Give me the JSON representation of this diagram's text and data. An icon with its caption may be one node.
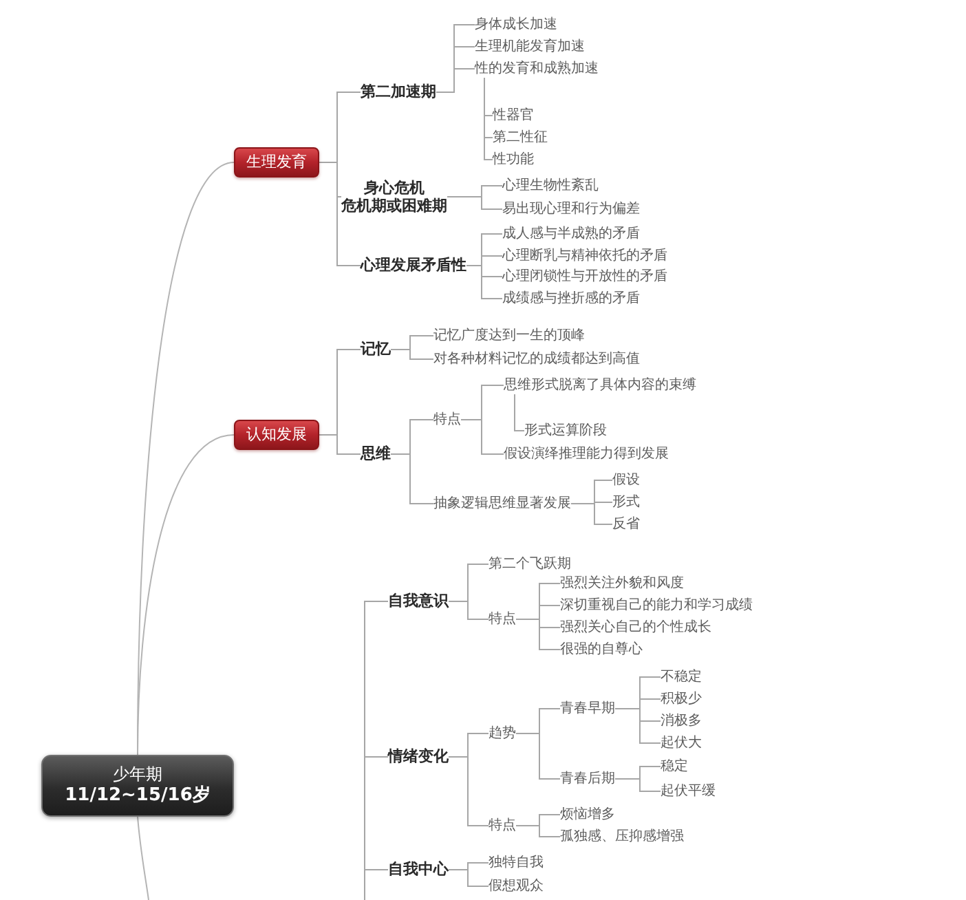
{
  "diagram": {
    "nodes": [
      {
        "text": [
          "少年期",
          "11/12~15/16岁"
        ]
      },
      {
        "text": [
          "生理发育"
        ]
      },
      {
        "text": [
          "第二加速期"
        ]
      },
      {
        "text": [
          "身体成长加速"
        ]
      },
      {
        "text": [
          "生理机能发育加速"
        ]
      },
      {
        "text": [
          "性的发育和成熟加速"
        ]
      },
      {
        "text": [
          "性器官"
        ]
      },
      {
        "text": [
          "第二性征"
        ]
      },
      {
        "text": [
          "性功能"
        ]
      },
      {
        "text": [
          "身心危机",
          "危机期或困难期"
        ]
      },
      {
        "text": [
          "心理生物性紊乱"
        ]
      },
      {
        "text": [
          "易出现心理和行为偏差"
        ]
      },
      {
        "text": [
          "心理发展矛盾性"
        ]
      },
      {
        "text": [
          "成人感与半成熟的矛盾"
        ]
      },
      {
        "text": [
          "心理断乳与精神依托的矛盾"
        ]
      },
      {
        "text": [
          "心理闭锁性与开放性的矛盾"
        ]
      },
      {
        "text": [
          "成绩感与挫折感的矛盾"
        ]
      },
      {
        "text": [
          "认知发展"
        ]
      },
      {
        "text": [
          "记忆"
        ]
      },
      {
        "text": [
          "记忆广度达到一生的顶峰"
        ]
      },
      {
        "text": [
          "对各种材料记忆的成绩都达到高值"
        ]
      },
      {
        "text": [
          "思维"
        ]
      },
      {
        "text": [
          "特点"
        ]
      },
      {
        "text": [
          "思维形式脱离了具体内容的束缚"
        ]
      },
      {
        "text": [
          "形式运算阶段"
        ]
      },
      {
        "text": [
          "假设演绎推理能力得到发展"
        ]
      },
      {
        "text": [
          "抽象逻辑思维显著发展"
        ]
      },
      {
        "text": [
          "假设"
        ]
      },
      {
        "text": [
          "形式"
        ]
      },
      {
        "text": [
          "反省"
        ]
      },
      {
        "text": [
          "自我意识"
        ]
      },
      {
        "text": [
          "第二个飞跃期"
        ]
      },
      {
        "text": [
          "特点"
        ]
      },
      {
        "text": [
          "强烈关注外貌和风度"
        ]
      },
      {
        "text": [
          "深切重视自己的能力和学习成绩"
        ]
      },
      {
        "text": [
          "强烈关心自己的个性成长"
        ]
      },
      {
        "text": [
          "很强的自尊心"
        ]
      },
      {
        "text": [
          "情绪变化"
        ]
      },
      {
        "text": [
          "趋势"
        ]
      },
      {
        "text": [
          "青春早期"
        ]
      },
      {
        "text": [
          "不稳定"
        ]
      },
      {
        "text": [
          "积极少"
        ]
      },
      {
        "text": [
          "消极多"
        ]
      },
      {
        "text": [
          "起伏大"
        ]
      },
      {
        "text": [
          "青春后期"
        ]
      },
      {
        "text": [
          "稳定"
        ]
      },
      {
        "text": [
          "起伏平缓"
        ]
      },
      {
        "text": [
          "特点"
        ]
      },
      {
        "text": [
          "烦恼增多"
        ]
      },
      {
        "text": [
          "孤独感、压抑感增强"
        ]
      },
      {
        "text": [
          "自我中心"
        ]
      },
      {
        "text": [
          "独特自我"
        ]
      },
      {
        "text": [
          "假想观众"
        ]
      }
    ],
    "edges": [
      {
        "from": 0,
        "to": 1,
        "arrow": "none"
      },
      {
        "from": 0,
        "to": 17,
        "arrow": "none"
      },
      {
        "from": 0,
        "to": null,
        "arrow": "none"
      },
      {
        "from": 1,
        "to": 2,
        "arrow": "none"
      },
      {
        "from": 1,
        "to": 9,
        "arrow": "none"
      },
      {
        "from": 1,
        "to": 12,
        "arrow": "none"
      },
      {
        "from": 2,
        "to": 3,
        "arrow": "none"
      },
      {
        "from": 2,
        "to": 4,
        "arrow": "none"
      },
      {
        "from": 2,
        "to": 5,
        "arrow": "none"
      },
      {
        "from": 5,
        "to": 6,
        "arrow": "none"
      },
      {
        "from": 5,
        "to": 7,
        "arrow": "none"
      },
      {
        "from": 5,
        "to": 8,
        "arrow": "none"
      },
      {
        "from": 9,
        "to": 10,
        "arrow": "none"
      },
      {
        "from": 9,
        "to": 11,
        "arrow": "none"
      },
      {
        "from": 12,
        "to": 13,
        "arrow": "none"
      },
      {
        "from": 12,
        "to": 14,
        "arrow": "none"
      },
      {
        "from": 12,
        "to": 15,
        "arrow": "none"
      },
      {
        "from": 12,
        "to": 16,
        "arrow": "none"
      },
      {
        "from": 17,
        "to": 18,
        "arrow": "none"
      },
      {
        "from": 17,
        "to": 21,
        "arrow": "none"
      },
      {
        "from": 18,
        "to": 19,
        "arrow": "none"
      },
      {
        "from": 18,
        "to": 20,
        "arrow": "none"
      },
      {
        "from": 21,
        "to": 22,
        "arrow": "none"
      },
      {
        "from": 21,
        "to": 26,
        "arrow": "none"
      },
      {
        "from": 22,
        "to": 23,
        "arrow": "none"
      },
      {
        "from": 22,
        "to": 25,
        "arrow": "none"
      },
      {
        "from": 23,
        "to": 24,
        "arrow": "none"
      },
      {
        "from": 26,
        "to": 27,
        "arrow": "none"
      },
      {
        "from": 26,
        "to": 28,
        "arrow": "none"
      },
      {
        "from": 26,
        "to": 29,
        "arrow": "none"
      },
      {
        "from": null,
        "to": 30,
        "arrow": "none"
      },
      {
        "from": null,
        "to": 37,
        "arrow": "none"
      },
      {
        "from": null,
        "to": 50,
        "arrow": "none"
      },
      {
        "from": 30,
        "to": 31,
        "arrow": "none"
      },
      {
        "from": 30,
        "to": 32,
        "arrow": "none"
      },
      {
        "from": 32,
        "to": 33,
        "arrow": "none"
      },
      {
        "from": 32,
        "to": 34,
        "arrow": "none"
      },
      {
        "from": 32,
        "to": 35,
        "arrow": "none"
      },
      {
        "from": 32,
        "to": 36,
        "arrow": "none"
      },
      {
        "from": 37,
        "to": 38,
        "arrow": "none"
      },
      {
        "from": 37,
        "to": 47,
        "arrow": "none"
      },
      {
        "from": 38,
        "to": 39,
        "arrow": "none"
      },
      {
        "from": 38,
        "to": 44,
        "arrow": "none"
      },
      {
        "from": 39,
        "to": 40,
        "arrow": "none"
      },
      {
        "from": 39,
        "to": 41,
        "arrow": "none"
      },
      {
        "from": 39,
        "to": 42,
        "arrow": "none"
      },
      {
        "from": 39,
        "to": 43,
        "arrow": "none"
      },
      {
        "from": 44,
        "to": 45,
        "arrow": "none"
      },
      {
        "from": 44,
        "to": 46,
        "arrow": "none"
      },
      {
        "from": 47,
        "to": 48,
        "arrow": "none"
      },
      {
        "from": 47,
        "to": 49,
        "arrow": "none"
      },
      {
        "from": 50,
        "to": 51,
        "arrow": "none"
      },
      {
        "from": 50,
        "to": 52,
        "arrow": "none"
      }
    ]
  }
}
